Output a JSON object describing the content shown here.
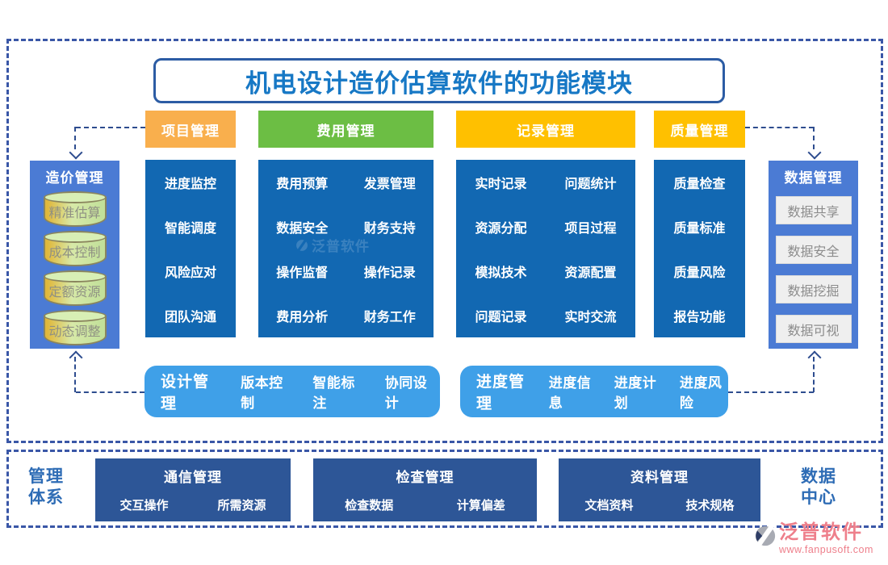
{
  "title": "机电设计造价估算软件的功能模块",
  "headers": [
    {
      "label": "项目管理",
      "color": "#F9AF4D"
    },
    {
      "label": "费用管理",
      "color": "#6CBE44"
    },
    {
      "label": "记录管理",
      "color": "#FFC000"
    },
    {
      "label": "质量管理",
      "color": "#FFC000"
    }
  ],
  "left_panel": {
    "title": "造价管理",
    "items": [
      "精准估算",
      "成本控制",
      "定额资源",
      "动态调整"
    ]
  },
  "right_panel": {
    "title": "数据管理",
    "items": [
      "数据共享",
      "数据安全",
      "数据挖掘",
      "数据可视"
    ]
  },
  "columns": [
    {
      "items": [
        "进度监控",
        "智能调度",
        "风险应对",
        "团队沟通"
      ]
    },
    {
      "rows": [
        [
          "费用预算",
          "发票管理"
        ],
        [
          "数据安全",
          "财务支持"
        ],
        [
          "操作监督",
          "操作记录"
        ],
        [
          "费用分析",
          "财务工作"
        ]
      ]
    },
    {
      "rows": [
        [
          "实时记录",
          "问题统计"
        ],
        [
          "资源分配",
          "项目过程"
        ],
        [
          "模拟技术",
          "资源配置"
        ],
        [
          "问题记录",
          "实时交流"
        ]
      ]
    },
    {
      "items": [
        "质量检查",
        "质量标准",
        "质量风险",
        "报告功能"
      ]
    }
  ],
  "pills": [
    {
      "title": "设计管理",
      "items": [
        "版本控制",
        "智能标注",
        "协同设计"
      ]
    },
    {
      "title": "进度管理",
      "items": [
        "进度信息",
        "进度计划",
        "进度风险"
      ]
    }
  ],
  "bottom": {
    "left_label": [
      "管理",
      "体系"
    ],
    "right_label": [
      "数据",
      "中心"
    ],
    "boxes": [
      {
        "title": "通信管理",
        "items": [
          "交互操作",
          "所需资源"
        ]
      },
      {
        "title": "检查管理",
        "items": [
          "检查数据",
          "计算偏差"
        ]
      },
      {
        "title": "资料管理",
        "items": [
          "文档资料",
          "技术规格"
        ]
      }
    ]
  },
  "logo": {
    "name": "泛普软件",
    "url": "www.fanpusoft.com"
  },
  "watermark": {
    "text": "泛普软件"
  },
  "colors": {
    "column_blue": "#1268B2",
    "panel_blue": "#4B7BD4",
    "pill_blue": "#3FA0E8",
    "bottom_navy": "#2D5697",
    "header_orange": "#F9AF4D",
    "header_green": "#6CBE44",
    "header_gold": "#FFC000",
    "dash_navy": "#3A57A7",
    "connector_navy": "#2E4D8F",
    "title_blue": "#1778C5",
    "side_label_blue": "#2E6CB5",
    "logo_pink": "#EE7F8B"
  }
}
